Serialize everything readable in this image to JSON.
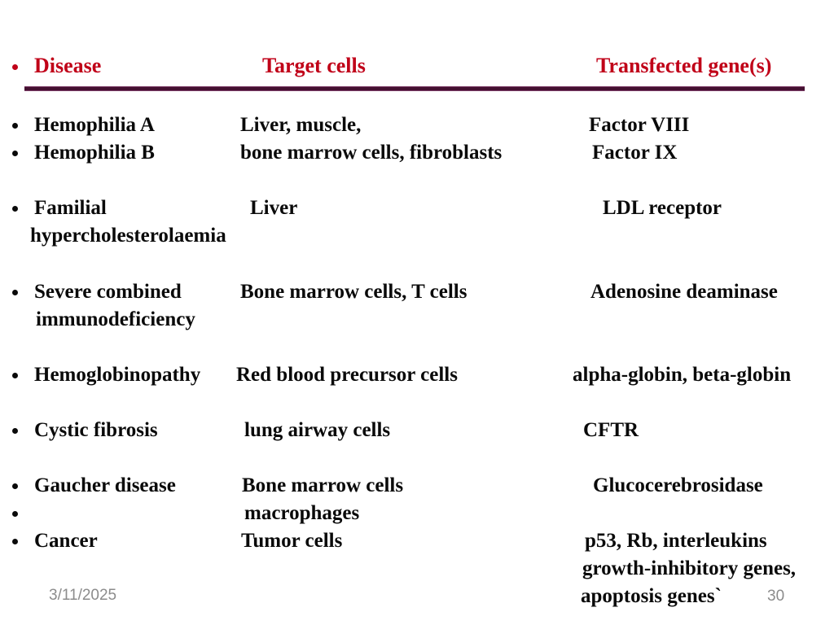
{
  "slide": {
    "header": {
      "disease": "Disease",
      "target": "Target cells",
      "gene": "Transfected gene(s)"
    },
    "rows": [
      {
        "disease": "Hemophilia A",
        "target": "Liver, muscle,",
        "gene": "Factor VIII"
      },
      {
        "disease": "Hemophilia B",
        "target": "bone marrow cells, fibroblasts",
        "gene": "Factor IX"
      },
      {
        "disease": "Familial",
        "target": "Liver",
        "gene": "LDL receptor"
      },
      {
        "disease": "hypercholesterolaemia"
      },
      {
        "disease": "Severe combined",
        "target": "Bone marrow cells, T cells",
        "gene": "Adenosine deaminase"
      },
      {
        "disease": "immunodeficiency"
      },
      {
        "disease": "Hemoglobinopathy",
        "target": "Red blood precursor cells",
        "gene": "alpha-globin, beta-globin"
      },
      {
        "disease": "Cystic fibrosis",
        "target": "lung airway cells",
        "gene": "CFTR"
      },
      {
        "disease": "Gaucher disease",
        "target": "Bone marrow cells",
        "gene": "Glucocerebrosidase"
      },
      {
        "target": "macrophages"
      },
      {
        "disease": "Cancer",
        "target": "Tumor cells",
        "gene": "p53, Rb, interleukins"
      },
      {
        "gene": "growth-inhibitory genes,"
      },
      {
        "gene": "apoptosis genes`"
      }
    ],
    "footer": {
      "date": "3/11/2025",
      "page": "30"
    }
  },
  "colors": {
    "header_red": "#c00018",
    "rule_dark": "#441031",
    "rule_light": "#7c3b66",
    "body_text": "#0a0a0a",
    "footer_gray": "#8c8c8c",
    "background": "#ffffff"
  }
}
